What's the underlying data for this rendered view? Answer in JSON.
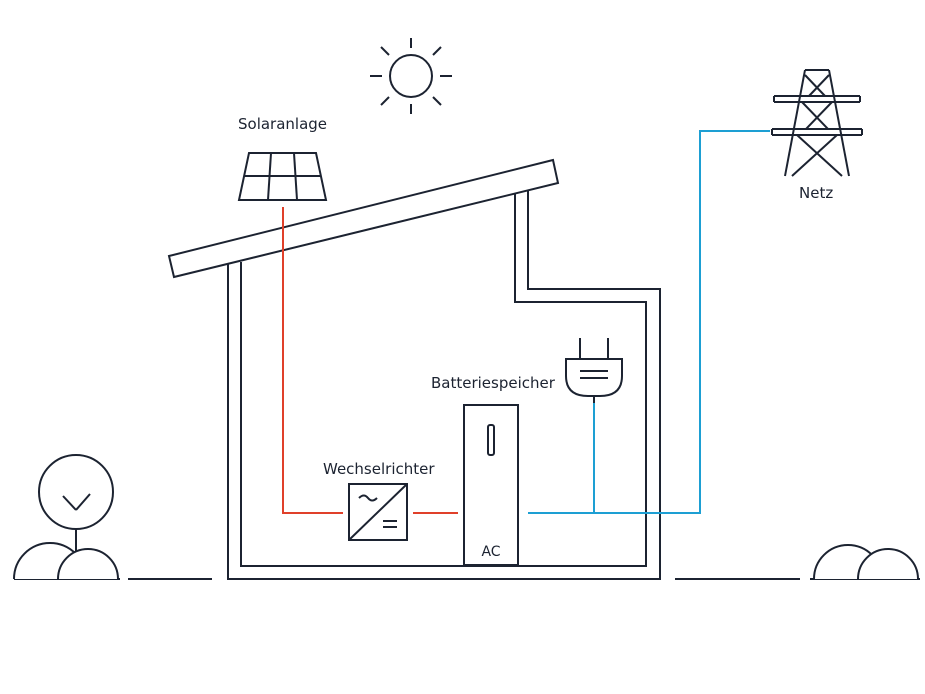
{
  "labels": {
    "solar": "Solaranlage",
    "grid": "Netz",
    "battery": "Batteriespeicher",
    "inverter": "Wechselrichter",
    "battery_type": "AC"
  },
  "colors": {
    "line": "#1c2331",
    "dc_wire": "#e0402a",
    "ac_wire": "#1d9fd3",
    "background": "#ffffff"
  },
  "icons": [
    "sun-icon",
    "solar-panel-icon",
    "power-tower-icon",
    "power-plug-icon",
    "tree-icon",
    "bush-icon",
    "inverter-icon",
    "battery-icon"
  ]
}
